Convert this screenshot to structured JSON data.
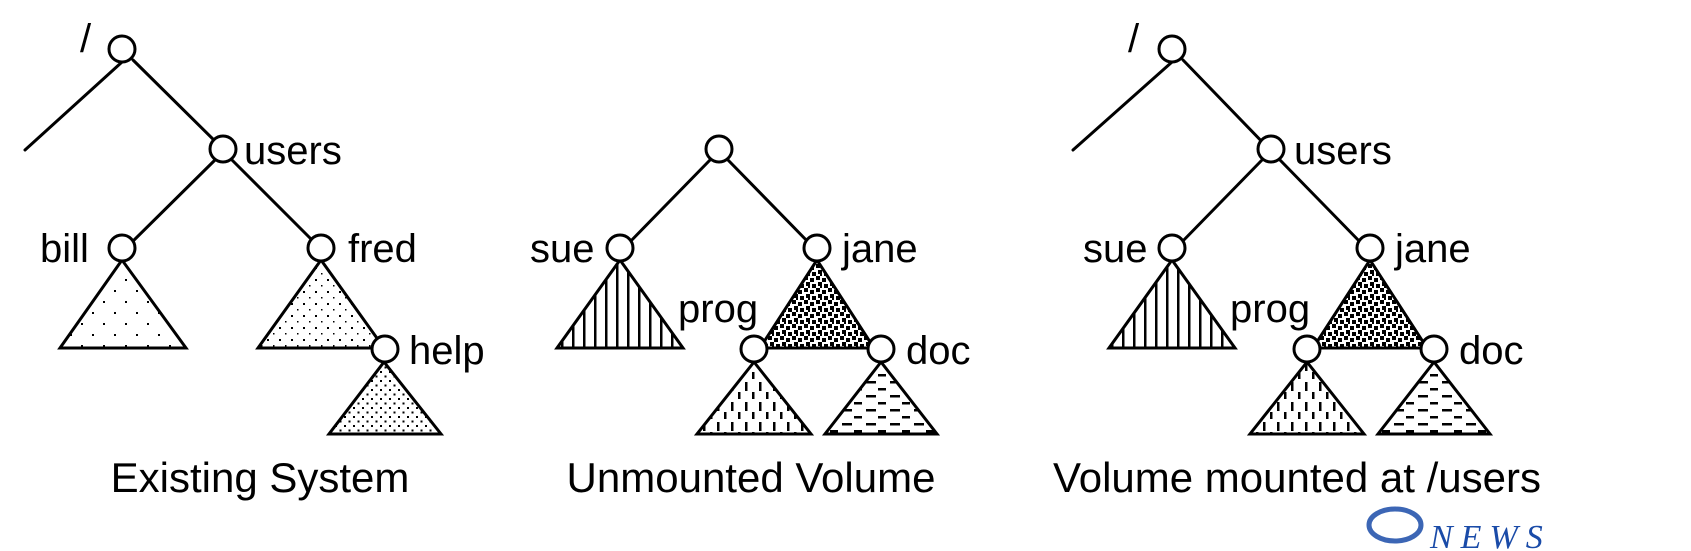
{
  "colors": {
    "stroke": "#000000",
    "background": "#ffffff",
    "logo": "#1a4ba8"
  },
  "panels": [
    {
      "caption": "Existing System",
      "root_label": "/",
      "nodes": {
        "users": "users",
        "bill": "bill",
        "fred": "fred",
        "help": "help"
      }
    },
    {
      "caption": "Unmounted Volume",
      "nodes": {
        "sue": "sue",
        "jane": "jane",
        "prog": "prog",
        "doc": "doc"
      }
    },
    {
      "caption": "Volume mounted at /users",
      "root_label": "/",
      "nodes": {
        "users": "users",
        "sue": "sue",
        "jane": "jane",
        "prog": "prog",
        "doc": "doc"
      }
    }
  ],
  "logo": {
    "text": "NEWS"
  },
  "patterns": {
    "sparse_dots": "sparse-dots-pattern",
    "dense_dots": "dense-dots-pattern",
    "vertical_lines": "vertical-lines-pattern",
    "checker": "checker-pattern",
    "dashed_vertical": "dashed-vertical-pattern",
    "dashed_horizontal": "dashed-horizontal-pattern"
  }
}
